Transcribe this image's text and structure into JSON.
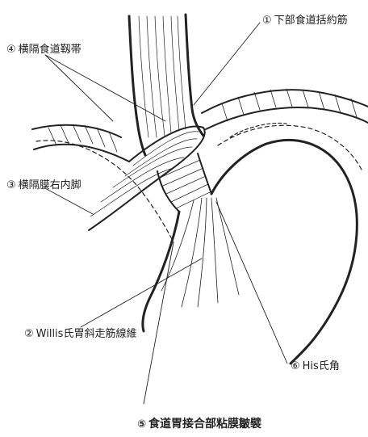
{
  "labels": {
    "l1": {
      "num": "①",
      "text": "下部食道括約筋"
    },
    "l4": {
      "num": "④",
      "text": "横隔食道靱帯"
    },
    "l3": {
      "num": "③",
      "text": "横隔膜右内脚"
    },
    "l2": {
      "num": "②",
      "text": "Willis氏胃斜走筋線維"
    },
    "l6": {
      "num": "⑥",
      "text": "His氏角"
    },
    "l5": {
      "num": "⑤",
      "text": "食道胃接合部粘膜皺襞"
    }
  },
  "colors": {
    "ink": "#222222",
    "background": "#ffffff"
  }
}
